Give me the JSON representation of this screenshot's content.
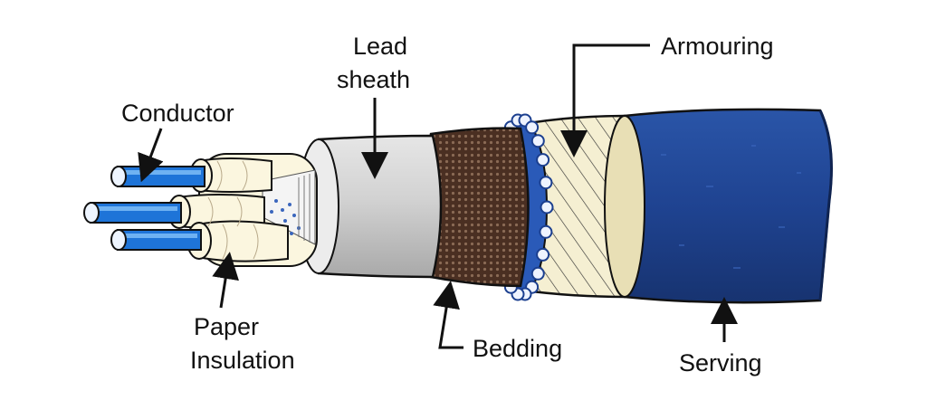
{
  "labels": {
    "conductor": "Conductor",
    "lead_sheath_line1": "Lead",
    "lead_sheath_line2": "sheath",
    "armouring": "Armouring",
    "paper_line1": "Paper",
    "paper_line2": "Insulation",
    "bedding": "Bedding",
    "serving": "Serving"
  },
  "colors": {
    "conductor": "#1e74d8",
    "conductor_highlight": "#6fb2f2",
    "paper": "#fbf6df",
    "lead": "#cfcfcf",
    "bedding": "#4a2f22",
    "armour": "#f5efd2",
    "armour_wire": "#2a5ab8",
    "serving": "#1f4391",
    "serving_dark": "#173370",
    "outline": "#111111"
  }
}
